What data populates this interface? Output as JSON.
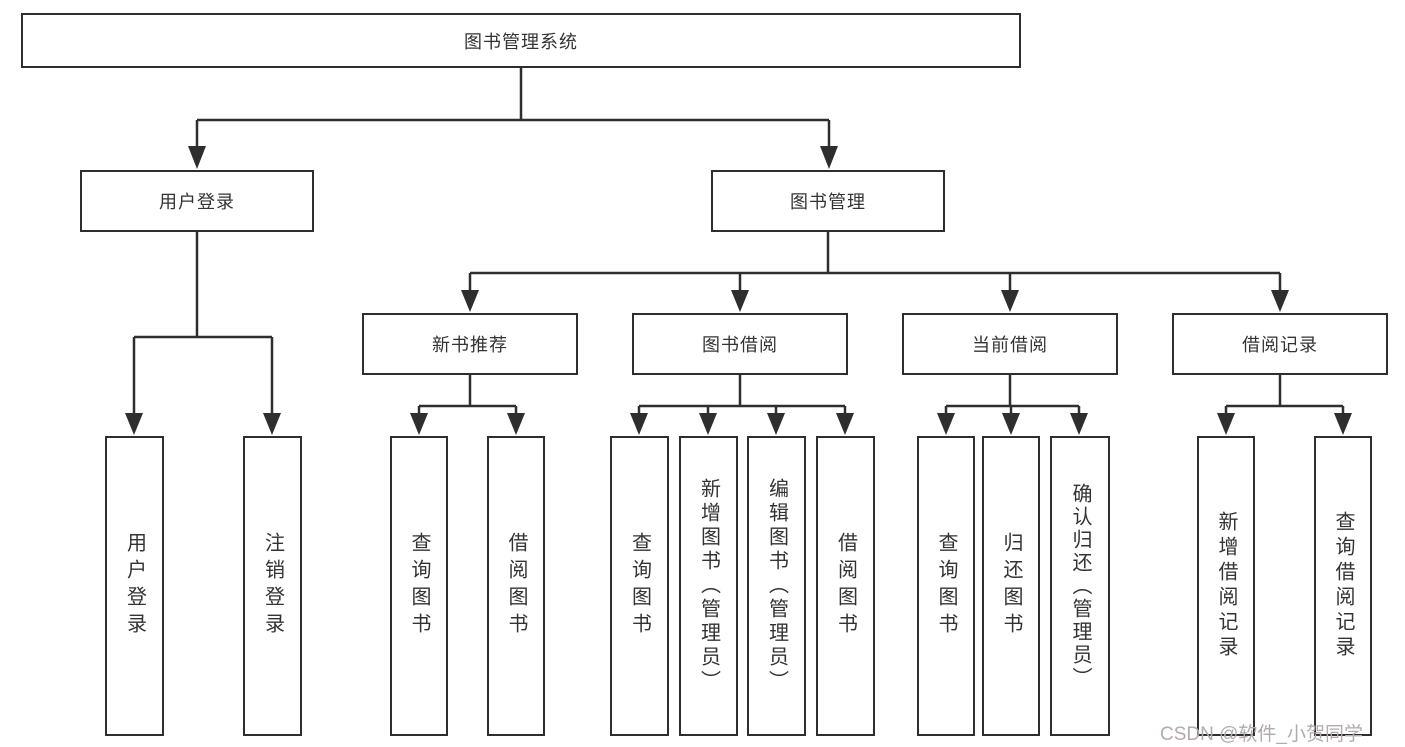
{
  "tree": {
    "root": "图书管理系统",
    "children": [
      {
        "label": "用户登录",
        "children": [
          {
            "label": "用户登录"
          },
          {
            "label": "注销登录"
          }
        ]
      },
      {
        "label": "图书管理",
        "children": [
          {
            "label": "新书推荐",
            "children": [
              {
                "label": "查询图书"
              },
              {
                "label": "借阅图书"
              }
            ]
          },
          {
            "label": "图书借阅",
            "children": [
              {
                "label": "查询图书"
              },
              {
                "label": "新增图书（管理员）"
              },
              {
                "label": "编辑图书（管理员）"
              },
              {
                "label": "借阅图书"
              }
            ]
          },
          {
            "label": "当前借阅",
            "children": [
              {
                "label": "查询图书"
              },
              {
                "label": "归还图书"
              },
              {
                "label": "确认归还（管理员）"
              }
            ]
          },
          {
            "label": "借阅记录",
            "children": [
              {
                "label": "新增借阅记录"
              },
              {
                "label": "查询借阅记录"
              }
            ]
          }
        ]
      }
    ]
  },
  "colors": {
    "line": "#2e2e2e",
    "box_border": "#2e2e2e",
    "box_fill": "#ffffff",
    "text": "#333333",
    "watermark": "#b3aaaa"
  },
  "watermark": {
    "text": "CSDN @软件_小贺同学"
  }
}
